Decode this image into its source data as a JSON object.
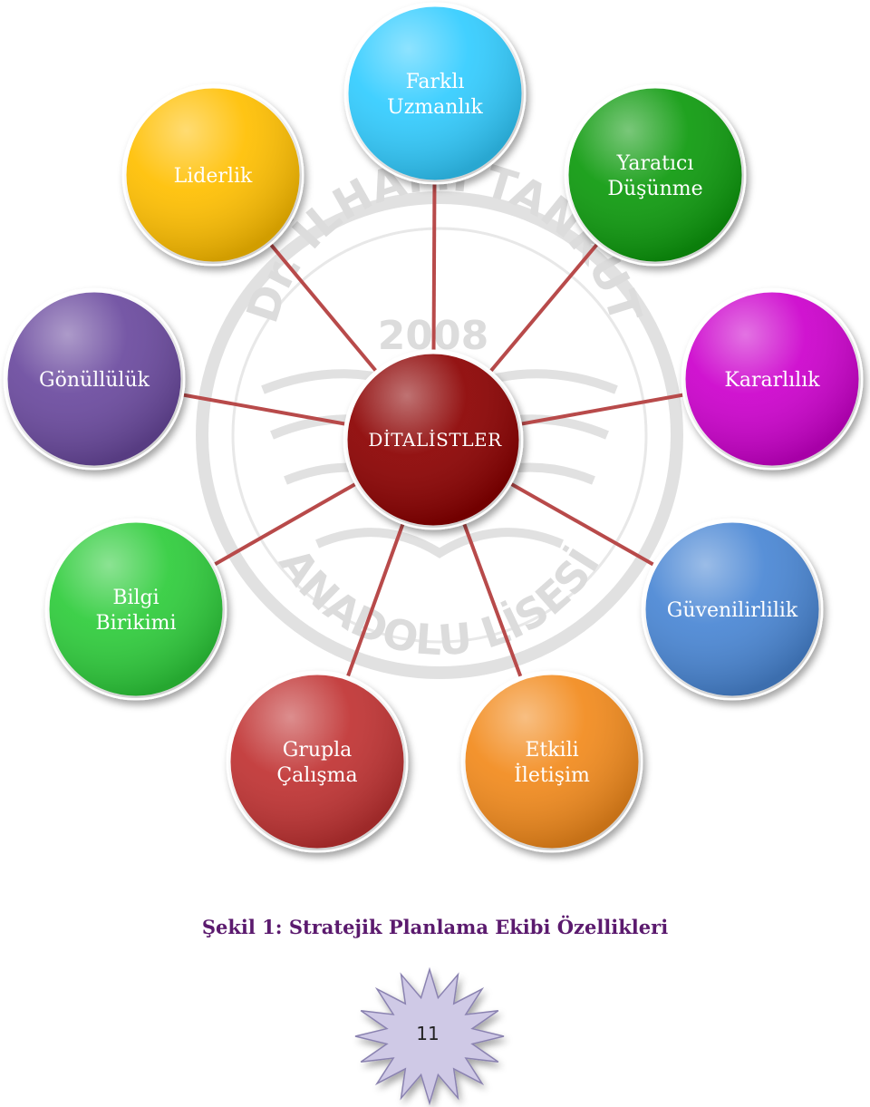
{
  "watermark": {
    "top_text": "Dr. İLHAMİ TANKUT",
    "year": "2008",
    "bottom_text": "ANADOLU LİSESİ"
  },
  "center": {
    "label": "DİTALİSTLER",
    "color": "#8b0000"
  },
  "nodes": [
    {
      "id": "farkli-uzmanlik",
      "lines": [
        "Farklı",
        "Uzmanlık"
      ],
      "color": "#33ccff"
    },
    {
      "id": "yaratici-dusunme",
      "lines": [
        "Yaratıcı",
        "Düşünme"
      ],
      "color": "#0a9a0a"
    },
    {
      "id": "kararlilik",
      "lines": [
        "Kararlılık"
      ],
      "color": "#cc00cc"
    },
    {
      "id": "guvenilirlilik",
      "lines": [
        "Güvenilirlilik"
      ],
      "color": "#4a86d4"
    },
    {
      "id": "etkili-iletisim",
      "lines": [
        "Etkili",
        "İletişim"
      ],
      "color": "#f28a1e"
    },
    {
      "id": "grupla-calisma",
      "lines": [
        "Grupla",
        "Çalışma"
      ],
      "color": "#c03030"
    },
    {
      "id": "bilgi-birikimi",
      "lines": [
        "Bilgi",
        "Birikimi"
      ],
      "color": "#2ecc3a"
    },
    {
      "id": "gonulluluk",
      "lines": [
        "Gönüllülük"
      ],
      "color": "#6a4a9e"
    },
    {
      "id": "liderlik",
      "lines": [
        "Liderlik"
      ],
      "color": "#ffbf00"
    }
  ],
  "connector_color": "#b84a4a",
  "caption": "Şekil 1: Stratejik Planlama Ekibi Özellikleri",
  "page_number": "11"
}
